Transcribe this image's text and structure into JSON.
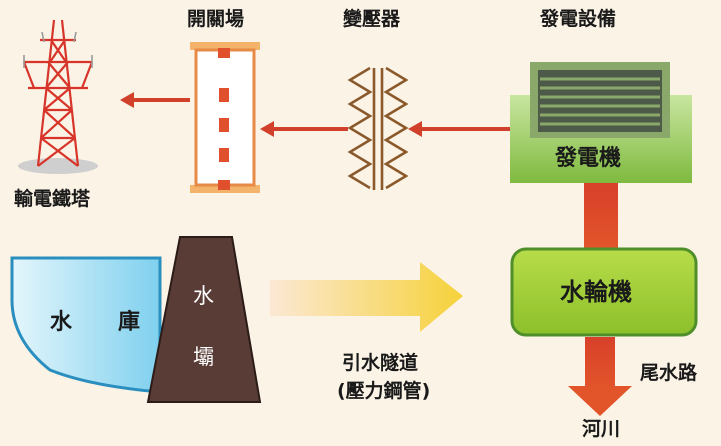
{
  "labels": {
    "tower": "輸電鐵塔",
    "switchyard": "開關場",
    "transformer": "變壓器",
    "generation_equipment": "發電設備",
    "generator": "發電機",
    "turbine": "水輪機",
    "reservoir_left": "水",
    "reservoir_right": "庫",
    "dam_top": "水",
    "dam_bottom": "壩",
    "tunnel_line1": "引水隧道",
    "tunnel_line2": "(壓力鋼管)",
    "tailrace": "尾水路",
    "river": "河川"
  },
  "colors": {
    "background": "#fbf3e6",
    "flow_arrow": "#d0402a",
    "tower_red": "#d8352a",
    "switchyard_marker": "#e0502c",
    "transformer_coil": "#8a5a2c",
    "generator_green": "#8dc63f",
    "turbine_green": "#a3cf2e",
    "water_blue": "#8fd7f0",
    "dam_brown": "#5a3c36",
    "tunnel_arrow": "#f5cf3a"
  }
}
